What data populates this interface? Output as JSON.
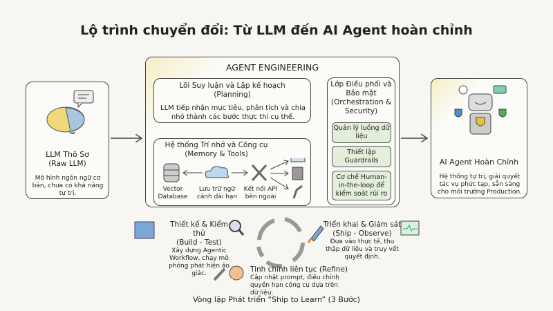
{
  "title": "Lộ trình chuyển đổi: Từ LLM đến AI Agent hoàn chỉnh",
  "raw_llm": {
    "title": "LLM Thô Sơ",
    "subtitle": "(Raw LLM)",
    "desc": "Mô hình ngôn ngữ cơ bản, chưa có khả năng tự trị.",
    "icon": "brain-with-speech-bubble-icon"
  },
  "engineering": {
    "heading": "AGENT ENGINEERING",
    "planning": {
      "title": "Lõi Suy luận và Lập kế hoạch",
      "subtitle": "(Planning)",
      "desc": "LLM tiếp nhận mục tiêu, phân tích và chia nhỏ thành các bước thực thi cụ thể."
    },
    "memory": {
      "title": "Hệ thống Trí nhớ và Công cụ",
      "subtitle": "(Memory & Tools)",
      "items": [
        {
          "label": "Vector Database",
          "icon": "database-icon"
        },
        {
          "label": "Lưu trữ ngữ cảnh dài hạn",
          "icon": "cloud-icon"
        },
        {
          "label": "Kết nối API bên ngoài",
          "icon": "tools-icon"
        }
      ],
      "targets": [
        "browser-window-icon",
        "calculator-icon",
        "robot-arm-icon"
      ]
    },
    "orchestration": {
      "title": "Lớp Điều phối và Bảo mật",
      "subtitle": "(Orchestration & Security)",
      "items": [
        "Quản lý luồng dữ liệu",
        "Thiết lập Guardrails",
        "Cơ chế Human-in-the-loop để kiểm soát rủi ro"
      ]
    }
  },
  "ai_agent": {
    "title": "AI Agent Hoàn Chỉnh",
    "desc": "Hệ thống tự trị, giải quyết tác vụ phức tạp, sẵn sàng cho môi trường Production.",
    "icon": "multi-arm-robot-icon"
  },
  "loop": {
    "build": {
      "title": "Thiết kế & Kiểm thử",
      "subtitle": "(Build - Test)",
      "desc": "Xây dựng Agentic Workflow, chạy mô phỏng phát hiện ảo giác."
    },
    "ship": {
      "title": "Triển khai & Giám sát",
      "subtitle": "(Ship - Observe)",
      "desc": "Đưa vào thực tế, thu thập dữ liệu và truy vết quyết định."
    },
    "refine": {
      "title": "Tinh chỉnh liên tục (Refine)",
      "desc": "Cập nhật prompt, điều chỉnh quyền hạn công cụ dựa trên dữ liệu."
    },
    "caption": "Vòng lặp Phát triển “Ship to Learn” (3 Bước)"
  }
}
